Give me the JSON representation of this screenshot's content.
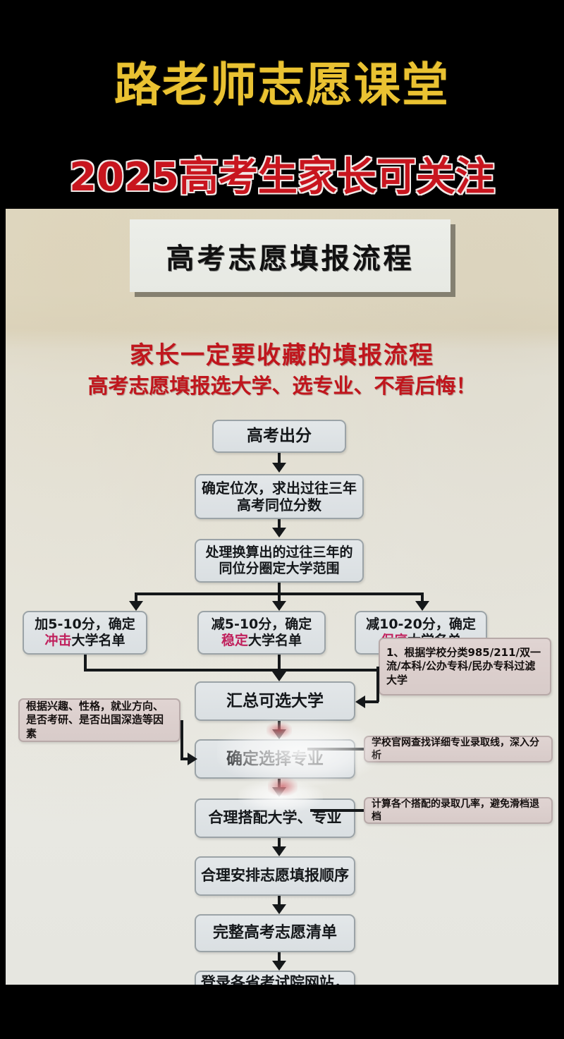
{
  "header": {
    "brand_title": "路老师志愿课堂",
    "brand_subtitle": "2025高考生家长可关注",
    "title_color": "#eac232",
    "subtitle_color": "#c8151e"
  },
  "poster": {
    "title_card": "高考志愿填报流程",
    "red_heading_1": "家长一定要收藏的填报流程",
    "red_heading_2": "高考志愿填报选大学、选专业、不看后悔！",
    "red_color": "#c0161d",
    "node_fill": "#dee3e6",
    "note_fill": "#ddd0ce"
  },
  "flow": {
    "nodes": [
      {
        "id": "n1",
        "label": "高考出分"
      },
      {
        "id": "n2",
        "label": "确定位次，求出过往三年高考同位分数"
      },
      {
        "id": "n3",
        "label": "处理换算出的过往三年的同位分圈定大学范围"
      },
      {
        "id": "b1_line1",
        "label": "加5-10分，确定"
      },
      {
        "id": "b1_em",
        "label": "冲击"
      },
      {
        "id": "b1_rest",
        "label": "大学名单"
      },
      {
        "id": "b2_line1",
        "label": "减5-10分，确定"
      },
      {
        "id": "b2_em",
        "label": "稳定"
      },
      {
        "id": "b2_rest",
        "label": "大学名单"
      },
      {
        "id": "b3_line1",
        "label": "减10-20分，确定"
      },
      {
        "id": "b3_em",
        "label": "保底"
      },
      {
        "id": "b3_rest",
        "label": "大学名单"
      },
      {
        "id": "n4",
        "label": "汇总可选大学"
      },
      {
        "id": "n5",
        "label": "确定选择专业"
      },
      {
        "id": "n6",
        "label": "合理搭配大学、专业"
      },
      {
        "id": "n7",
        "label": "合理安排志愿填报顺序"
      },
      {
        "id": "n8",
        "label": "完整高考志愿清单"
      },
      {
        "id": "n9",
        "label": "登录各省考试院网站，填报志愿"
      }
    ],
    "notes": [
      {
        "id": "note_right_1",
        "label": "1、根据学校分类985/211/双一流/本科/公办专科/民办专科过滤大学"
      },
      {
        "id": "note_left_1",
        "label": "根据兴趣、性格，就业方向、是否考研、是否出国深造等因素"
      },
      {
        "id": "note_right_2",
        "label": "学校官网查找详细专业录取线，深入分析"
      },
      {
        "id": "note_right_3",
        "label": "计算各个搭配的录取几率，避免滑档退档"
      }
    ]
  }
}
